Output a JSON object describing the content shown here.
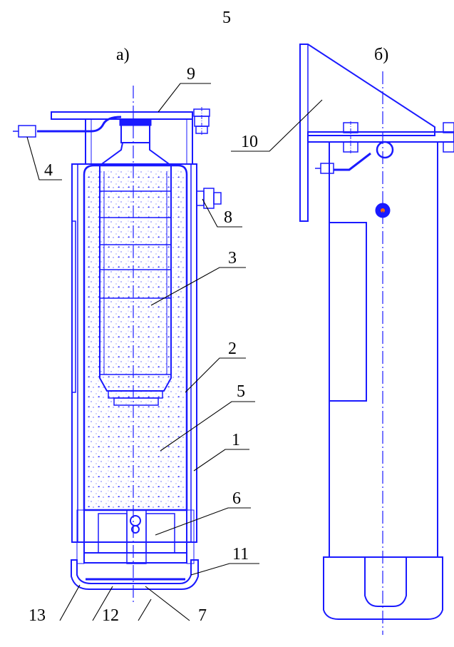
{
  "page_number": "5",
  "views": {
    "a": {
      "label": "а)"
    },
    "b": {
      "label": "б)"
    }
  },
  "callouts": {
    "c1": "1",
    "c2": "2",
    "c3": "3",
    "c4": "4",
    "c5": "5",
    "c6": "6",
    "c7": "7",
    "c8": "8",
    "c9": "9",
    "c10": "10",
    "c11": "11",
    "c12": "12",
    "c13": "13"
  },
  "colors": {
    "drawing": "#1a1aff",
    "leaders": "#000000",
    "background": "#ffffff"
  }
}
